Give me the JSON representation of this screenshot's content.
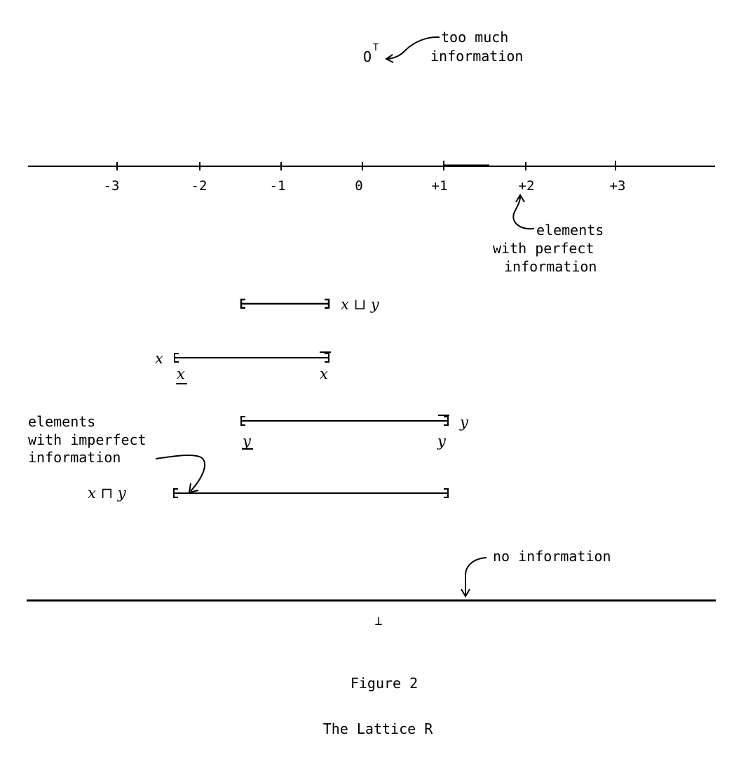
{
  "top_element": {
    "symbol": "O",
    "superscript": "T",
    "note_line1": "too much",
    "note_line2": "information"
  },
  "number_line": {
    "ticks": [
      "-3",
      "-2",
      "-1",
      "0",
      "+1",
      "+2",
      "+3"
    ],
    "note_line1": "elements",
    "note_line2": "with perfect",
    "note_line3": "information"
  },
  "intervals": {
    "join_label": "x ⊔ y",
    "x_label": "x",
    "x_lower": "x",
    "x_upper": "x",
    "y_label": "y",
    "y_lower": "y",
    "y_upper": "y",
    "meet_label": "x ⊓ y",
    "imperfect_line1": "elements",
    "imperfect_line2": "with imperfect",
    "imperfect_line3": "information"
  },
  "bottom_element": {
    "note": "no information",
    "symbol": "⊥"
  },
  "caption": {
    "figure": "Figure 2",
    "title": "The Lattice R"
  }
}
